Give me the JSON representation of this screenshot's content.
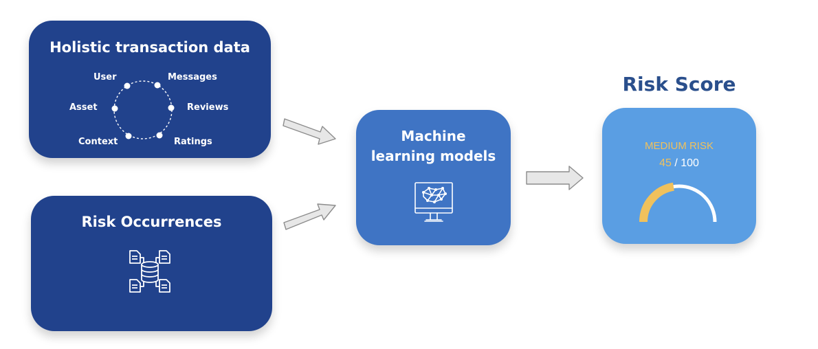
{
  "holistic": {
    "title": "Holistic transaction data",
    "nodes": [
      "User",
      "Messages",
      "Asset",
      "Reviews",
      "Context",
      "Ratings"
    ]
  },
  "occurrences": {
    "title": "Risk Occurrences",
    "icon": "database-documents-icon"
  },
  "ml": {
    "title_line1": "Machine",
    "title_line2": "learning models",
    "icon": "monitor-neural-network-icon"
  },
  "risk_score": {
    "heading": "Risk Score",
    "level": "MEDIUM RISK",
    "value": "45",
    "separator": "/",
    "max": "100",
    "score_fraction": 0.45
  },
  "colors": {
    "dark_box": "#21428c",
    "ml_box": "#3f74c4",
    "score_box": "#5a9ee3",
    "gauge_fill": "#f0c15c",
    "heading": "#2a4f8c"
  }
}
